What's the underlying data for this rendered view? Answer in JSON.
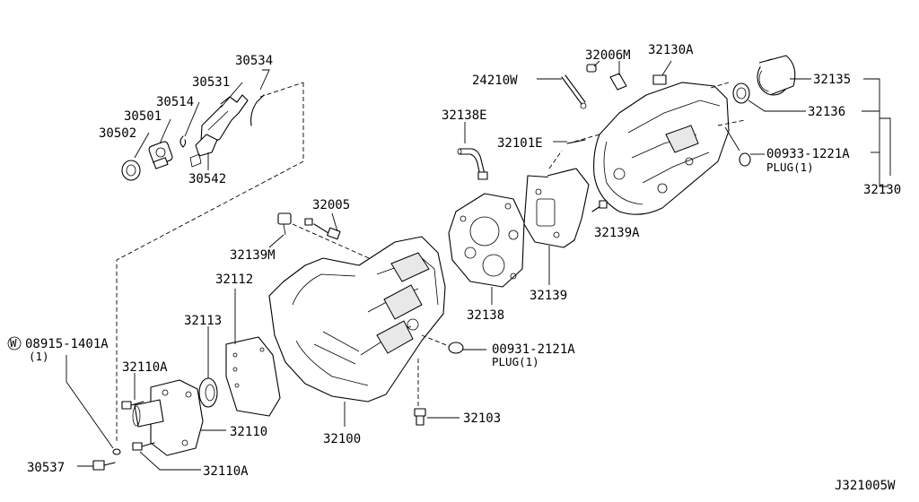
{
  "diagram_code": "J321005W",
  "callouts": {
    "p30534": "30534",
    "p30531": "30531",
    "p30514": "30514",
    "p30501": "30501",
    "p30502": "30502",
    "p30542": "30542",
    "p24210W": "24210W",
    "p32006M": "32006M",
    "p32130A": "32130A",
    "p32135": "32135",
    "p32136": "32136",
    "p00933": "00933-1221A",
    "plug_a": "PLUG(1)",
    "p32130": "32130",
    "p32138E": "32138E",
    "p32101E": "32101E",
    "p32005": "32005",
    "p32139M": "32139M",
    "p32139A": "32139A",
    "p32112": "32112",
    "p32113": "32113",
    "p08915": "08915-1401A",
    "p08915_qty": "(1)",
    "washer_symbol": "W",
    "p32110A_top": "32110A",
    "p32110": "32110",
    "p32110A_bottom": "32110A",
    "p30537": "30537",
    "p32100": "32100",
    "p32103": "32103",
    "p00931": "00931-2121A",
    "plug_b": "PLUG(1)",
    "p32138": "32138",
    "p32139": "32139"
  }
}
